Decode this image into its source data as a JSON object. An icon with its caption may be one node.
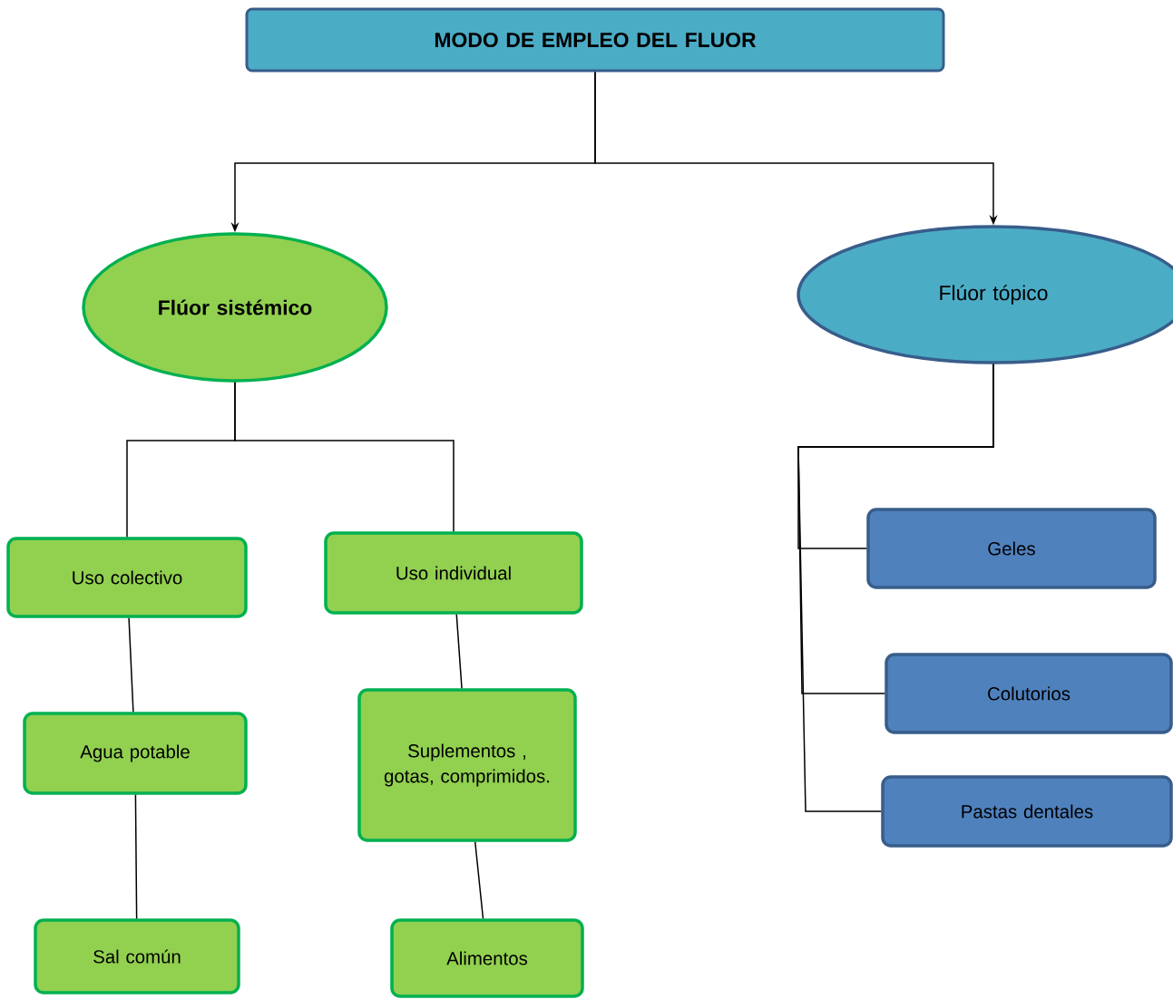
{
  "diagram": {
    "nodes": [
      {
        "text": [
          "MODO DE EMPLEO DEL FLUOR"
        ]
      },
      {
        "text": [
          "Flúor sistémico"
        ]
      },
      {
        "text": [
          "Flúor tópico"
        ]
      },
      {
        "text": [
          "Uso colectivo"
        ]
      },
      {
        "text": [
          "Uso individual"
        ]
      },
      {
        "text": [
          "Agua potable"
        ]
      },
      {
        "text": [
          "Suplementos , gotas, comprimidos."
        ]
      },
      {
        "text": [
          "Sal común"
        ]
      },
      {
        "text": [
          "Alimentos"
        ]
      },
      {
        "text": [
          "Geles"
        ]
      },
      {
        "text": [
          "Colutorios"
        ]
      },
      {
        "text": [
          "Pastas dentales"
        ]
      }
    ],
    "edges": [
      {
        "from": 0,
        "to": 1,
        "arrow": "to"
      },
      {
        "from": 0,
        "to": 2,
        "arrow": "to"
      },
      {
        "from": 1,
        "to": 3,
        "arrow": "none"
      },
      {
        "from": 1,
        "to": 4,
        "arrow": "none"
      },
      {
        "from": 3,
        "to": 5,
        "arrow": "none"
      },
      {
        "from": 5,
        "to": 7,
        "arrow": "none"
      },
      {
        "from": 4,
        "to": 6,
        "arrow": "none"
      },
      {
        "from": 6,
        "to": 8,
        "arrow": "none"
      },
      {
        "from": 2,
        "to": 9,
        "arrow": "none"
      },
      {
        "from": 2,
        "to": 10,
        "arrow": "none"
      },
      {
        "from": 2,
        "to": 11,
        "arrow": "none"
      }
    ]
  }
}
